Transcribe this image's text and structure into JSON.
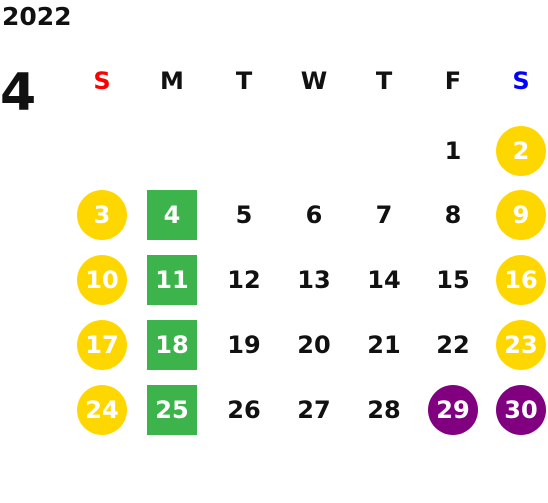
{
  "header": {
    "year": "2022",
    "month": "4"
  },
  "colors": {
    "sunday_label": "#ff0000",
    "saturday_label": "#0000ff",
    "weekend": "#ffd700",
    "green_marked": "#3cb44b",
    "purple_marked": "#800080",
    "text": "#111111"
  },
  "weekdays": [
    "S",
    "M",
    "T",
    "W",
    "T",
    "F",
    "S"
  ],
  "weeks": [
    [
      {
        "day": "",
        "style": "none"
      },
      {
        "day": "",
        "style": "none"
      },
      {
        "day": "",
        "style": "none"
      },
      {
        "day": "",
        "style": "none"
      },
      {
        "day": "",
        "style": "none"
      },
      {
        "day": "1",
        "style": "plain"
      },
      {
        "day": "2",
        "style": "weekend"
      }
    ],
    [
      {
        "day": "3",
        "style": "weekend"
      },
      {
        "day": "4",
        "style": "green"
      },
      {
        "day": "5",
        "style": "plain"
      },
      {
        "day": "6",
        "style": "plain"
      },
      {
        "day": "7",
        "style": "plain"
      },
      {
        "day": "8",
        "style": "plain"
      },
      {
        "day": "9",
        "style": "weekend"
      }
    ],
    [
      {
        "day": "10",
        "style": "weekend"
      },
      {
        "day": "11",
        "style": "green"
      },
      {
        "day": "12",
        "style": "plain"
      },
      {
        "day": "13",
        "style": "plain"
      },
      {
        "day": "14",
        "style": "plain"
      },
      {
        "day": "15",
        "style": "plain"
      },
      {
        "day": "16",
        "style": "weekend"
      }
    ],
    [
      {
        "day": "17",
        "style": "weekend"
      },
      {
        "day": "18",
        "style": "green"
      },
      {
        "day": "19",
        "style": "plain"
      },
      {
        "day": "20",
        "style": "plain"
      },
      {
        "day": "21",
        "style": "plain"
      },
      {
        "day": "22",
        "style": "plain"
      },
      {
        "day": "23",
        "style": "weekend"
      }
    ],
    [
      {
        "day": "24",
        "style": "weekend"
      },
      {
        "day": "25",
        "style": "green"
      },
      {
        "day": "26",
        "style": "plain"
      },
      {
        "day": "27",
        "style": "plain"
      },
      {
        "day": "28",
        "style": "plain"
      },
      {
        "day": "29",
        "style": "purple"
      },
      {
        "day": "30",
        "style": "purple"
      }
    ]
  ]
}
